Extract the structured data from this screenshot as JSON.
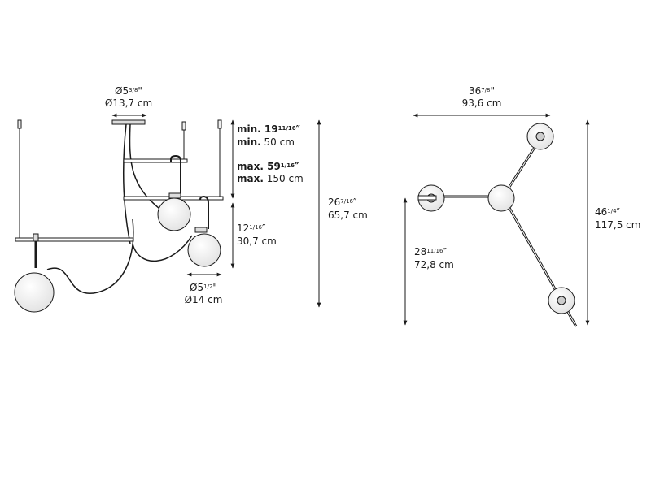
{
  "front_view": {
    "canopy": {
      "imperial_main": "Ø5",
      "imperial_frac": "3/8",
      "imperial_mark": "\"",
      "metric": "Ø13,7 cm"
    },
    "min_height": {
      "prefix": "min.",
      "imperial_main": "19",
      "imperial_frac": "11/16",
      "imperial_mark": "″",
      "metric": "50 cm"
    },
    "max_height": {
      "prefix": "max.",
      "imperial_main": "59",
      "imperial_frac": "1/16",
      "imperial_mark": "″",
      "metric": "150 cm"
    },
    "drop": {
      "imperial_main": "12",
      "imperial_frac": "1/16",
      "imperial_mark": "″",
      "metric": "30,7 cm"
    },
    "globe": {
      "imperial_main": "Ø5",
      "imperial_frac": "1/2",
      "imperial_mark": "\"",
      "metric": "Ø14 cm"
    },
    "body_height": {
      "imperial_main": "26",
      "imperial_frac": "7/16",
      "imperial_mark": "″",
      "metric": "65,7 cm"
    }
  },
  "top_view": {
    "width": {
      "imperial_main": "36",
      "imperial_frac": "7/8",
      "imperial_mark": "\"",
      "metric": "93,6 cm"
    },
    "depth": {
      "imperial_main": "46",
      "imperial_frac": "1/4",
      "imperial_mark": "″",
      "metric": "117,5 cm"
    },
    "offset": {
      "imperial_main": "28",
      "imperial_frac": "11/16",
      "imperial_mark": "″",
      "metric": "72,8 cm"
    }
  },
  "colors": {
    "line": "#1a1a1a",
    "globe_fill": "#ffffff",
    "globe_shade": "#e4e4e4"
  }
}
